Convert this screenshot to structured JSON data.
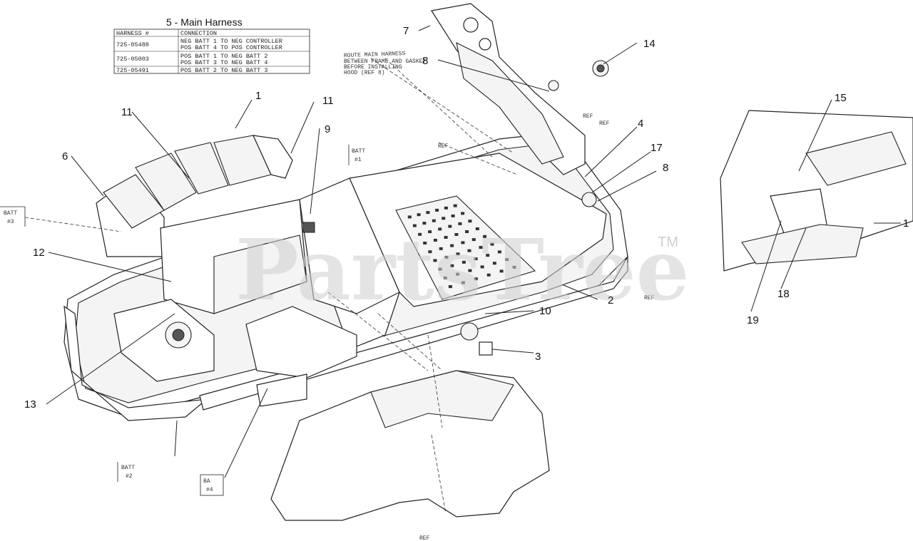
{
  "harness_table": {
    "title": "5 - Main Harness",
    "headers": [
      "HARNESS #",
      "CONNECTION"
    ],
    "rows": [
      {
        "harness": "725-05488",
        "connection": [
          "NEG BATT 1 TO NEG CONTROLLER",
          "POS BATT 4 TO POS CONTROLLER"
        ]
      },
      {
        "harness": "725-05003",
        "connection": [
          "POS BATT 1 TO NEG BATT 2",
          "POS BATT 3 TO NEG BATT 4"
        ]
      },
      {
        "harness": "725-05491",
        "connection": [
          "POS BATT 2 TO NEG BATT 3"
        ]
      }
    ]
  },
  "note": [
    "ROUTE MAIN HARNESS",
    "BETWEEN FRAME AND GASKET",
    "BEFORE INSTALLING",
    "HOOD (REF 8)"
  ],
  "callouts": {
    "c1": "1",
    "c2": "2",
    "c3": "3",
    "c4": "4",
    "c6": "6",
    "c7": "7",
    "c8a": "8",
    "c8b": "8",
    "c9": "9",
    "c10": "10",
    "c11a": "11",
    "c11b": "11",
    "c12": "12",
    "c13": "13",
    "c14": "14",
    "c15": "15",
    "c17": "17",
    "c18": "18",
    "c19": "19",
    "c1r": "1"
  },
  "ref_labels": {
    "r1": "REF",
    "r2": "REF",
    "r3": "REF",
    "r4": "REF",
    "r5": "REF"
  },
  "batt_labels": {
    "b1": [
      "BATT",
      "#1"
    ],
    "b3": [
      "BATT",
      "#3"
    ],
    "b2": [
      "BATT",
      "#2"
    ],
    "b4": [
      "BA",
      "#4"
    ]
  },
  "watermark": {
    "text": "PartsTree",
    "tm": "TM"
  }
}
